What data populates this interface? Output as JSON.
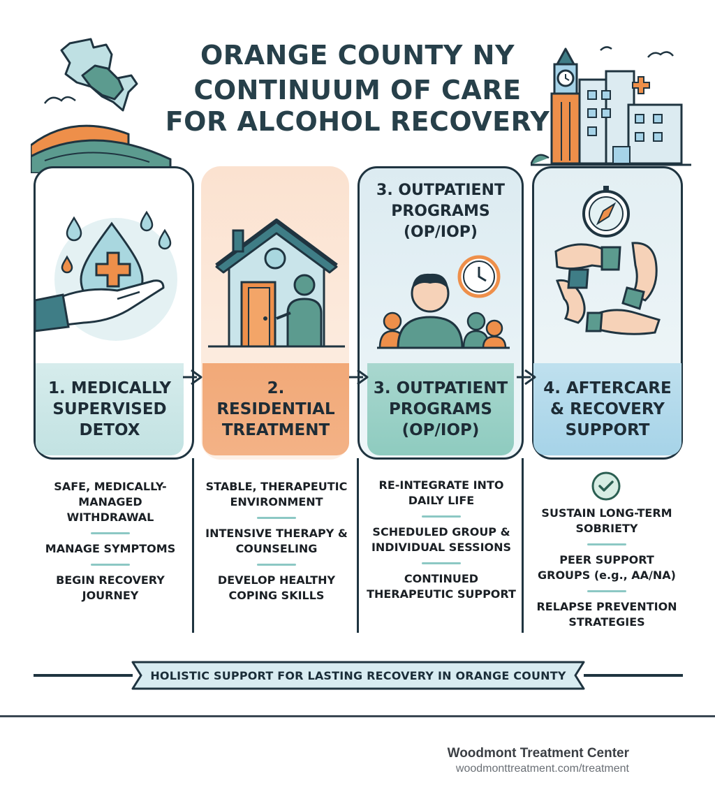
{
  "title": {
    "line1": "ORANGE COUNTY NY",
    "line2": "CONTINUUM OF CARE",
    "line3": "FOR ALCOHOL RECOVERY"
  },
  "stages": [
    {
      "label": "1. MEDICALLY SUPERVISED DETOX",
      "icon": "hand-water-drop-cross-icon",
      "bullets": [
        "SAFE, MEDICALLY-MANAGED WITHDRAWAL",
        "MANAGE SYMPTOMS",
        "BEGIN RECOVERY JOURNEY"
      ]
    },
    {
      "label": "2. RESIDENTIAL TREATMENT",
      "icon": "house-person-icon",
      "bullets": [
        "STABLE, THERAPEUTIC ENVIRONMENT",
        "INTENSIVE THERAPY & COUNSELING",
        "DEVELOP HEALTHY COPING SKILLS"
      ]
    },
    {
      "top_label": "3. OUTPATIENT PROGRAMS (OP/IOP)",
      "label": "3. OUTPATIENT PROGRAMS (OP/IOP)",
      "icon": "group-clock-icon",
      "bullets": [
        "RE-INTEGRATE INTO DAILY LIFE",
        "SCHEDULED GROUP & INDIVIDUAL SESSIONS",
        "CONTINUED THERAPEUTIC SUPPORT"
      ]
    },
    {
      "label": "4. AFTERCARE & RECOVERY SUPPORT",
      "icon": "joined-hands-compass-icon",
      "bullets": [
        "SUSTAIN LONG-TERM SOBRIETY",
        "PEER SUPPORT GROUPS (e.g., AA/NA)",
        "RELAPSE PREVENTION STRATEGIES"
      ]
    }
  ],
  "banner": "HOLISTIC SUPPORT FOR LASTING RECOVERY IN ORANGE COUNTY",
  "footer": {
    "name": "Woodmont Treatment Center",
    "url": "woodmonttreatment.com/treatment"
  },
  "colors": {
    "outline": "#1f3440",
    "teal": "#3f7d86",
    "orange": "#ee8f4a",
    "mint": "#8ecbbf",
    "sky": "#a6d3e8"
  }
}
